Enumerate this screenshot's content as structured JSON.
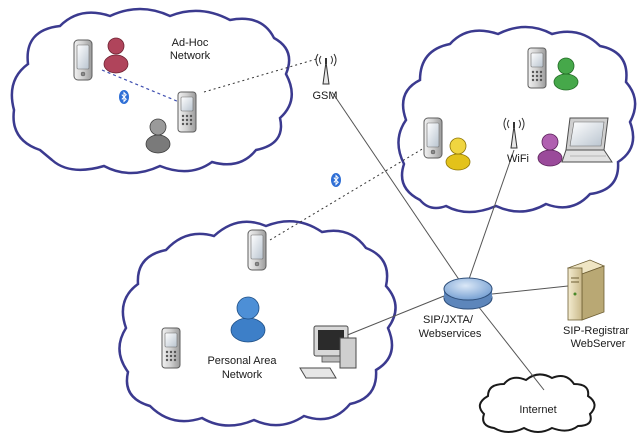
{
  "diagram": {
    "labels": {
      "adhoc_line1": "Ad-Hoc",
      "adhoc_line2": "Network",
      "gsm": "GSM",
      "wifi": "WiFi",
      "pan_line1": "Personal Area",
      "pan_line2": "Network",
      "hub_line1": "SIP/JXTA/",
      "hub_line2": "Webservices",
      "server_line1": "SIP-Registrar",
      "server_line2": "WebServer",
      "internet": "Internet"
    },
    "icons": {
      "bluetooth": "bluetooth-icon",
      "mobile_phone": "mobile-phone-icon",
      "user": "user-icon",
      "antenna": "antenna-icon",
      "laptop": "laptop-icon",
      "desktop_pc": "desktop-computer-icon",
      "server": "server-icon",
      "router": "router-icon",
      "cloud": "cloud-icon"
    },
    "colors": {
      "cloud_border": "#3b3a8f",
      "bluetooth": "#2f6fd6",
      "user_red": "#b0445b",
      "user_gray": "#7a7a7a",
      "user_green": "#46a84a",
      "user_yellow": "#e3c21a",
      "user_purple": "#9a4a9a",
      "user_blue": "#3d7fc8",
      "hub": "#8fb3dd",
      "link_line": "#555555",
      "bluetooth_link": "#3f4fb0"
    }
  }
}
